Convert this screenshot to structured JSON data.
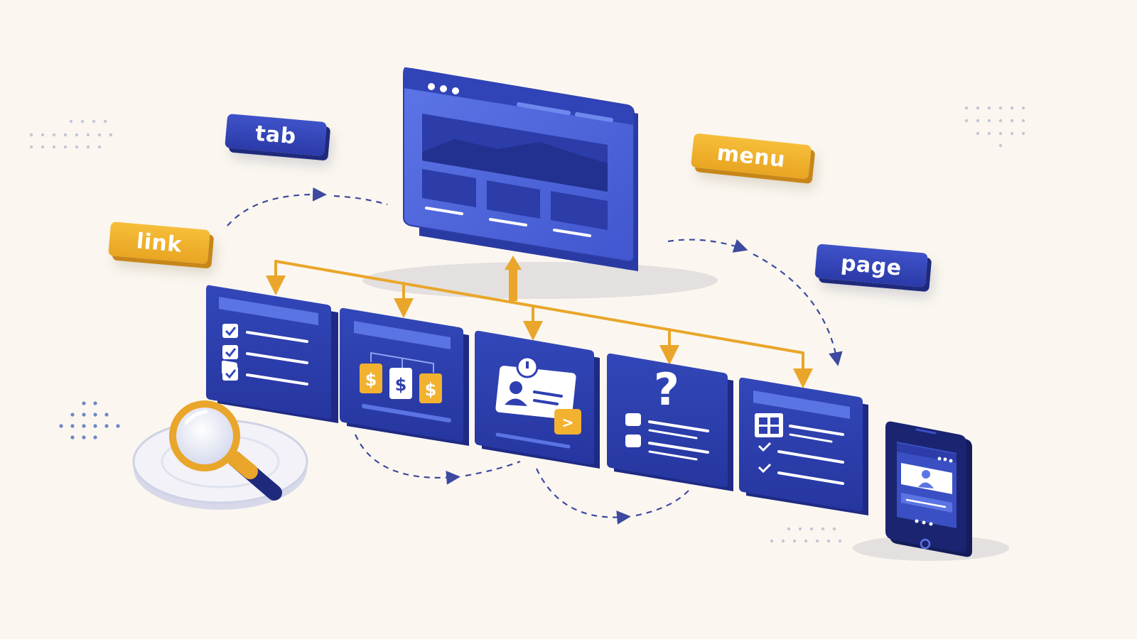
{
  "tags": {
    "tab": "tab",
    "link": "link",
    "menu": "menu",
    "page": "page"
  },
  "icons": [
    "browser-window-icon",
    "checklist-page-icon",
    "pricing-page-icon",
    "profile-card-icon",
    "faq-page-icon",
    "gallery-checklist-page-icon",
    "mobile-phone-icon",
    "magnifying-glass-icon"
  ],
  "colors": {
    "background": "#fbf7f0",
    "primary_blue": "#2f3fb0",
    "dark_blue": "#1f2a7d",
    "light_blue": "#5b74e3",
    "accent_yellow": "#f2b230",
    "connector": "#e9a62a",
    "dashed_arrow": "#3d4aa0"
  }
}
